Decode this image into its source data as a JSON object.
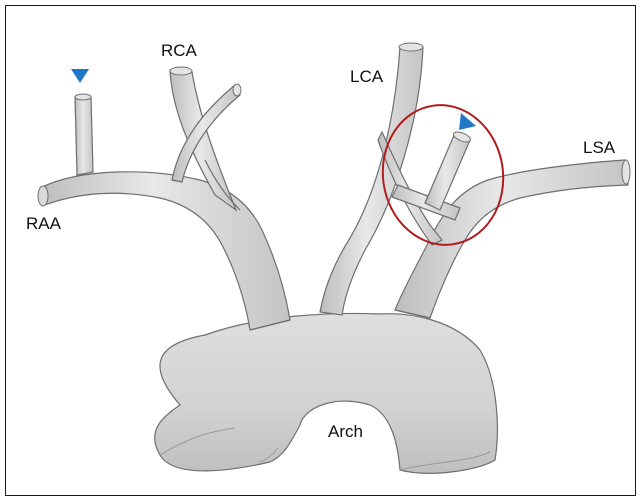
{
  "labels": {
    "rca": "RCA",
    "lca": "LCA",
    "lsa": "LSA",
    "raa": "RAA",
    "arch": "Arch"
  },
  "colors": {
    "vessel_fill": "#d6d6d6",
    "vessel_stroke": "#6e6e6e",
    "marker": "#1f78c8",
    "highlight_circle": "#b01c1c"
  },
  "icons": {
    "marker": "triangle-marker-icon",
    "highlight": "circle-highlight-icon"
  }
}
